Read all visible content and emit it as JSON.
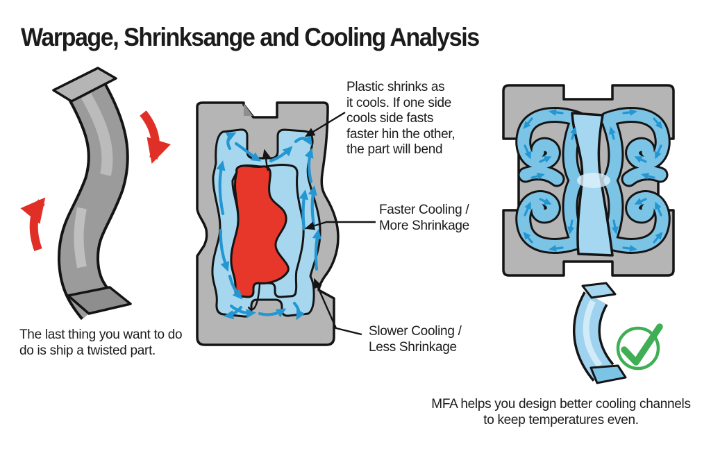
{
  "title": "Warpage, Shrinksange and Cooling Analysis",
  "annotations": {
    "shrink_note": "Plastic shrinks as\nit cools. If one side\ncools side fasts\nfaster hin the other,\nthe part will bend",
    "faster_cooling": "Faster Cooling /\nMore Shrinkage",
    "slower_cooling": "Slower Cooling /\nLess Shrinkage"
  },
  "captions": {
    "warped_part": "The last thing you want to do\ndo is ship a twisted part.",
    "mfa_note": "MFA helps you design better cooling channels\nto keep temperatures even."
  },
  "icons": {
    "warp_direction_down": "red-curved-arrow-down-icon",
    "warp_direction_up": "red-curved-arrow-up-icon",
    "coolant_flow": "blue-flow-arrow-icons",
    "quality_ok": "green-checkmark-icon"
  },
  "colors": {
    "background": "#ffffff",
    "text": "#1b1b1b",
    "outline": "#141414",
    "mold_gray": "#b5b5b5",
    "mold_gray_dark": "#8e8e8e",
    "part_gray": "#9b9b9b",
    "part_gray_light": "#c6c6c6",
    "channel_blue": "#a6d7ef",
    "channel_blue_deep": "#7cc4e6",
    "part_blue": "#a5d7f0",
    "part_blue_light": "#dff1fb",
    "cooled_part_blue": "#9fd2ee",
    "arrow_blue": "#2496d2",
    "hot_red": "#e7372b",
    "warp_red": "#e02f26",
    "check_green": "#3fae55"
  }
}
